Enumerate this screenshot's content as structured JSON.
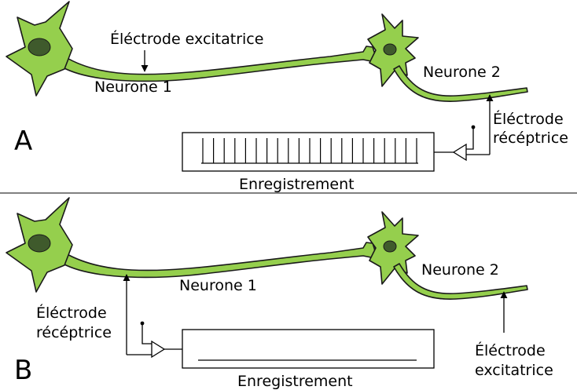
{
  "panels": [
    {
      "letter": "A",
      "neuron1_label": "Neurone 1",
      "neuron2_label": "Neurone 2",
      "stim_electrode_label": "Éléctrode excitatrice",
      "rec_electrode_lines": [
        "Éléctrode",
        "récéptrice"
      ],
      "recording_label": "Enregistrement",
      "spike_count": 21
    },
    {
      "letter": "B",
      "neuron1_label": "Neurone 1",
      "neuron2_label": "Neurone 2",
      "stim_electrode_lines": [
        "Éléctrode",
        "excitatrice"
      ],
      "rec_electrode_lines": [
        "Éléctrode",
        "récéptrice"
      ],
      "recording_label": "Enregistrement",
      "spike_count": 0
    }
  ],
  "colors": {
    "neuron_fill": "#95cf4d",
    "nucleus": "#3f5a2c",
    "outline": "#1a1a1a"
  }
}
